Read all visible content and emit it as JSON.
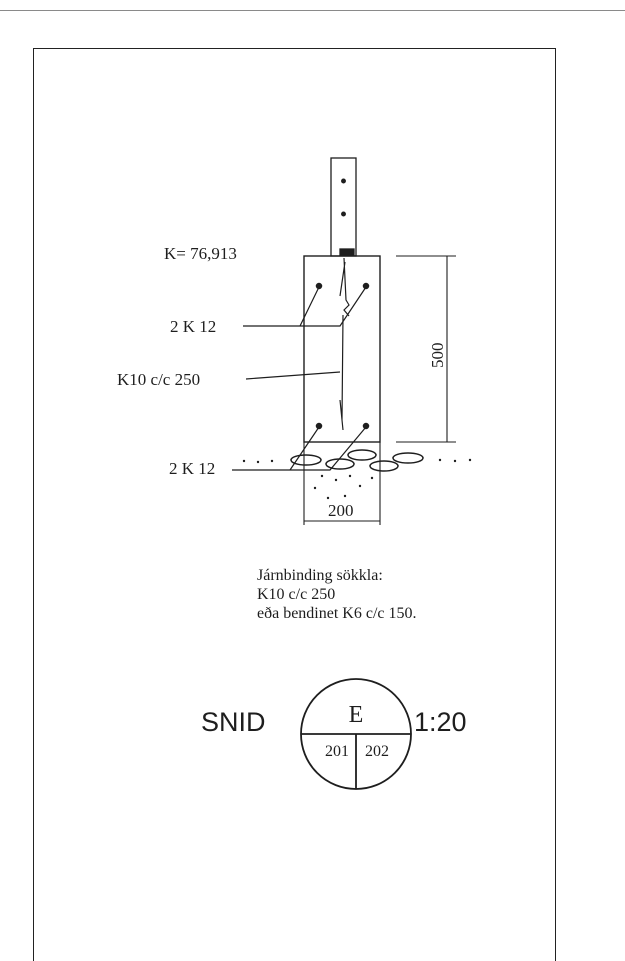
{
  "labels": {
    "elevation": "K= 76,913",
    "top_bars": "2 K 12",
    "stirrups": "K10 c/c 250",
    "bottom_bars": "2 K 12"
  },
  "dimensions": {
    "height": "500",
    "width": "200"
  },
  "notes": {
    "line1": "Járnbinding sökkla:",
    "line2": "K10 c/c 250",
    "line3": "eða bendinet K6 c/c 150."
  },
  "section_marker": {
    "prefix": "SNID",
    "letter": "E",
    "sheet_left": "201",
    "sheet_right": "202",
    "scale": "1:20"
  },
  "colors": {
    "ink": "#1e1e1e",
    "border": "#222222",
    "rule": "#8a8a8a"
  }
}
